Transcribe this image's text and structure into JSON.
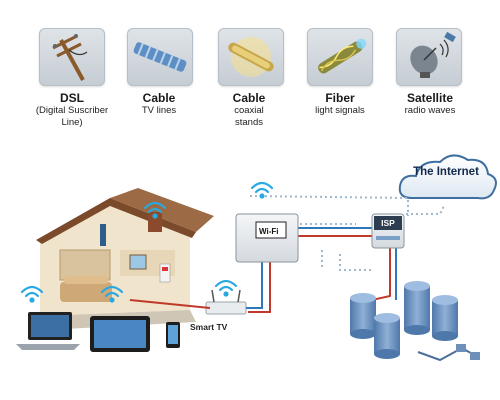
{
  "connection_types": [
    {
      "title": "DSL",
      "subtitle_line1": "(Digital Suscriber",
      "subtitle_line2": "Line)",
      "icon": "telephone-pole-icon"
    },
    {
      "title": "Cable",
      "subtitle_line1": "TV lines",
      "subtitle_line2": "",
      "icon": "tv-cable-icon"
    },
    {
      "title": "Cable",
      "subtitle_line1": "coaxial",
      "subtitle_line2": "stands",
      "icon": "coaxial-cable-icon"
    },
    {
      "title": "Fiber",
      "subtitle_line1": "light signals",
      "subtitle_line2": "",
      "icon": "fiber-optic-icon"
    },
    {
      "title": "Satellite",
      "subtitle_line1": "radio waves",
      "subtitle_line2": "",
      "icon": "satellite-dish-icon"
    }
  ],
  "diagram": {
    "internet_label": "The Internet",
    "isp_label": "ISP",
    "router_label": "Wi-Fi",
    "tv_label": "Smart TV"
  },
  "colors": {
    "wire_red": "#c0392b",
    "wire_blue": "#2e77b8",
    "dotted_link": "#9fb8cc",
    "wifi_blue": "#29a9e1",
    "server_blue": "#5b84b5"
  }
}
